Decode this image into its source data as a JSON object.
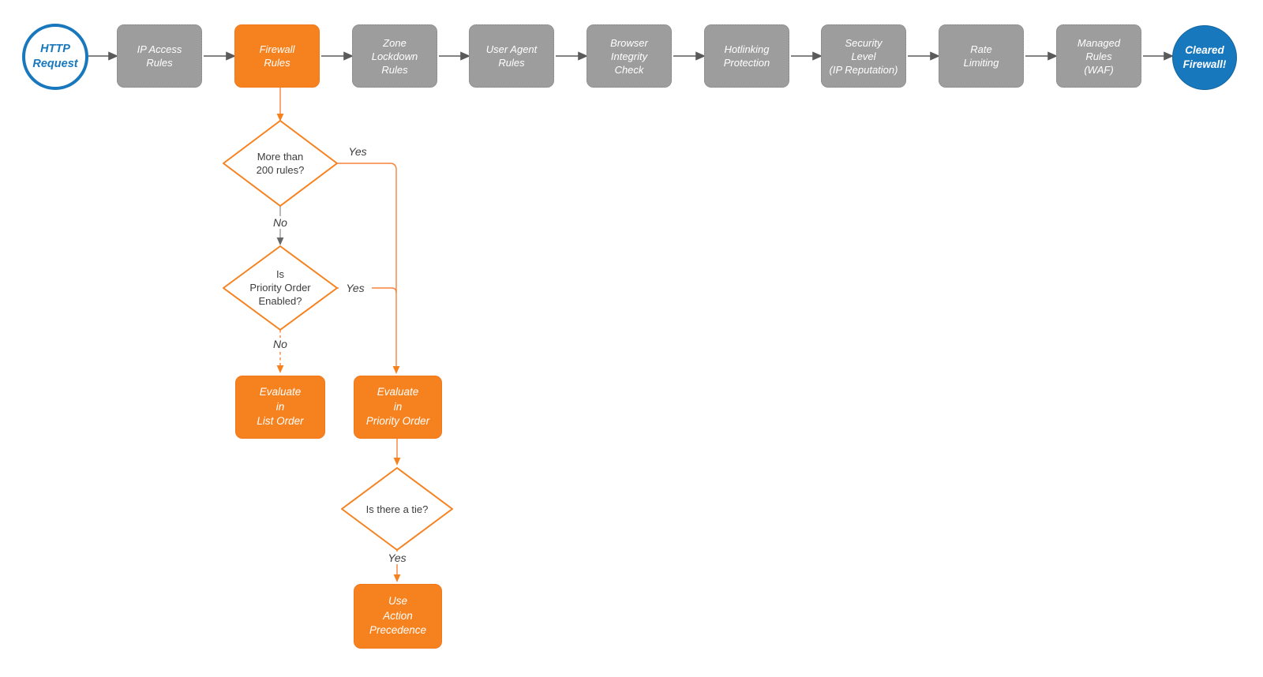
{
  "colors": {
    "accent_orange": "#F6821F",
    "node_gray": "#9D9D9D",
    "brand_blue": "#1878BE",
    "arrow_gray": "#5A5A5A",
    "connector_orange": "#F5823C",
    "text_dark": "#3D3D3D"
  },
  "start_node": {
    "label": "HTTP\nRequest"
  },
  "end_node": {
    "label": "Cleared\nFirewall!"
  },
  "pipeline": [
    {
      "label": "IP Access\nRules",
      "highlighted": false
    },
    {
      "label": "Firewall\nRules",
      "highlighted": true
    },
    {
      "label": "Zone\nLockdown\nRules",
      "highlighted": false
    },
    {
      "label": "User Agent\nRules",
      "highlighted": false
    },
    {
      "label": "Browser\nIntegrity\nCheck",
      "highlighted": false
    },
    {
      "label": "Hotlinking\nProtection",
      "highlighted": false
    },
    {
      "label": "Security\nLevel\n(IP Reputation)",
      "highlighted": false
    },
    {
      "label": "Rate\nLimiting",
      "highlighted": false
    },
    {
      "label": "Managed\nRules\n(WAF)",
      "highlighted": false
    }
  ],
  "decisions": [
    {
      "label": "More than\n200 rules?"
    },
    {
      "label": "Is\nPriority Order\nEnabled?"
    },
    {
      "label": "Is there a tie?"
    }
  ],
  "actions": [
    {
      "label": "Evaluate\nin\nList Order"
    },
    {
      "label": "Evaluate\nin\nPriority Order"
    },
    {
      "label": "Use\nAction\nPrecedence"
    }
  ],
  "edge_labels": [
    {
      "id": "yes-1",
      "label": "Yes"
    },
    {
      "id": "no-1",
      "label": "No"
    },
    {
      "id": "yes-2",
      "label": "Yes"
    },
    {
      "id": "no-2",
      "label": "No"
    },
    {
      "id": "yes-3",
      "label": "Yes"
    }
  ]
}
